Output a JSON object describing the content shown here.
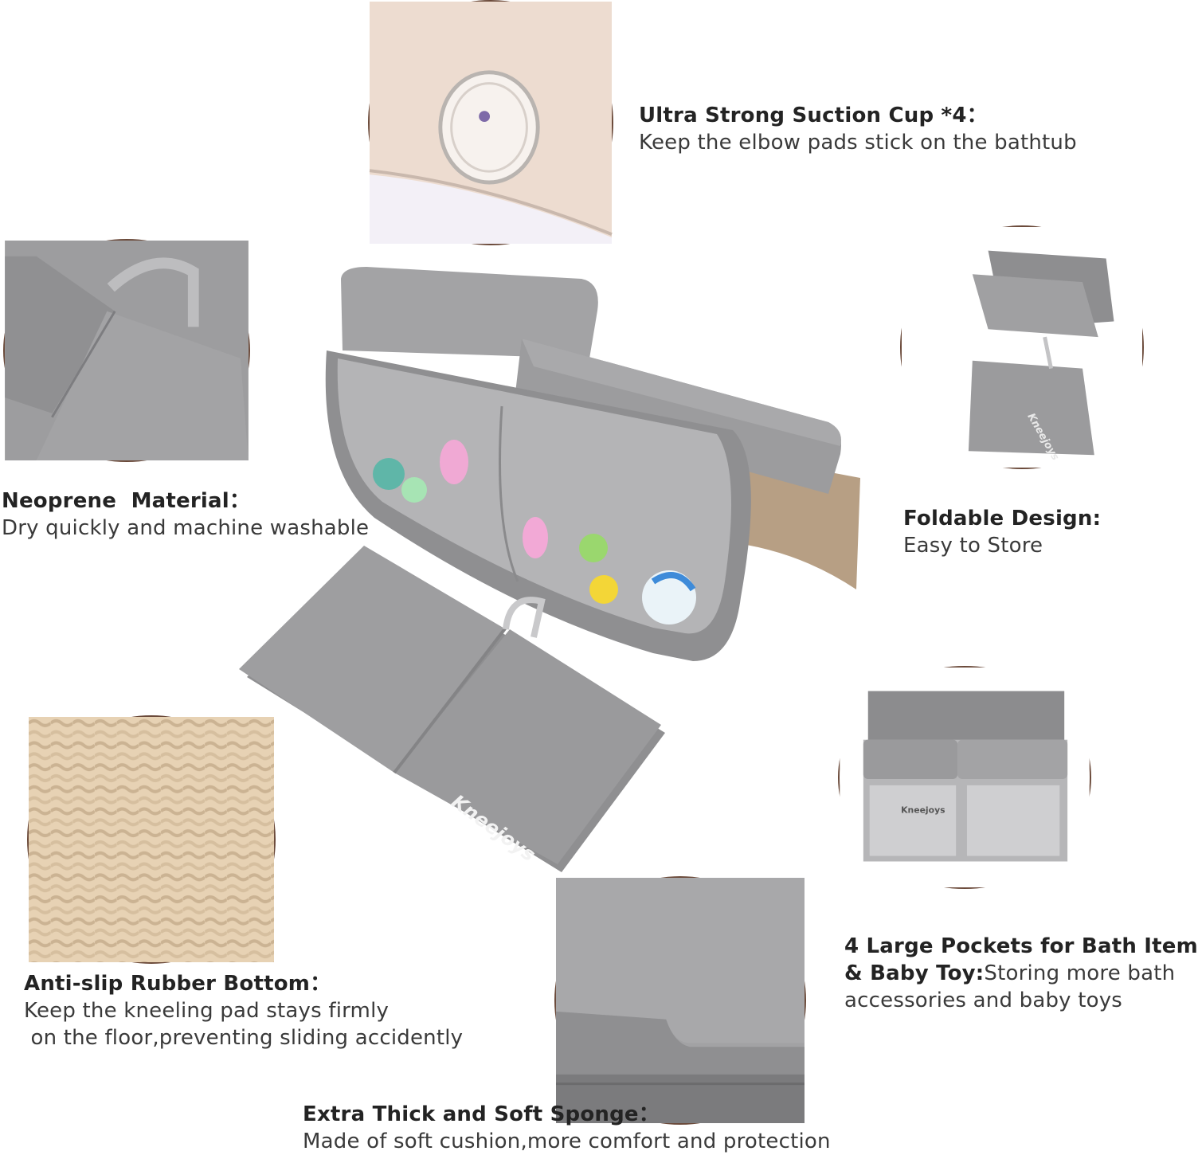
{
  "features": {
    "suction": {
      "title": "Ultra Strong Suction Cup *4：",
      "desc": "Keep the elbow pads stick on the bathtub"
    },
    "neoprene": {
      "title": "Neoprene  Material：",
      "desc": "Dry quickly and machine washable"
    },
    "foldable": {
      "title": "Foldable Design:",
      "desc": "Easy to Store"
    },
    "pockets": {
      "title_line1": "4 Large Pockets for Bath Item",
      "title_line2": "& Baby Toy:",
      "desc_inline": "Storing more bath",
      "desc_line3": "accessories and baby toys"
    },
    "antislip": {
      "title": "Anti-slip Rubber Bottom：",
      "desc_line1": "Keep the kneeling pad stays firmly",
      "desc_line2": " on the floor,preventing sliding accidently"
    },
    "sponge": {
      "title": "Extra Thick and Soft Sponge：",
      "desc": "Made of soft cushion,more comfort and protection"
    }
  },
  "brand": {
    "kneeling_pad_logo": "Kneejoys",
    "folded_logo": "Kneejoys",
    "flat_logo": "Kneejoys"
  },
  "colors": {
    "circle_border": "#6b4a3a",
    "pad_gray": "#9a9a9c",
    "tan": "#e7d2b4"
  }
}
